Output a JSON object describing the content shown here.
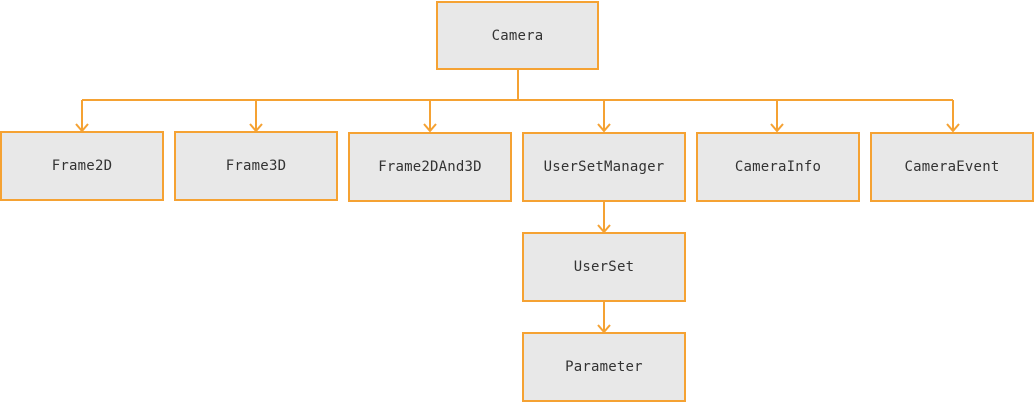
{
  "diagram": {
    "accent_color": "#f5a233",
    "node_fill": "#e8e8e8",
    "nodes": {
      "camera": "Camera",
      "frame2d": "Frame2D",
      "frame3d": "Frame3D",
      "frame2dand3d": "Frame2DAnd3D",
      "usersetmanager": "UserSetManager",
      "camerainfo": "CameraInfo",
      "cameraevent": "CameraEvent",
      "userset": "UserSet",
      "parameter": "Parameter"
    },
    "edges": [
      [
        "camera",
        "frame2d"
      ],
      [
        "camera",
        "frame3d"
      ],
      [
        "camera",
        "frame2dand3d"
      ],
      [
        "camera",
        "usersetmanager"
      ],
      [
        "camera",
        "camerainfo"
      ],
      [
        "camera",
        "cameraevent"
      ],
      [
        "usersetmanager",
        "userset"
      ],
      [
        "userset",
        "parameter"
      ]
    ]
  }
}
